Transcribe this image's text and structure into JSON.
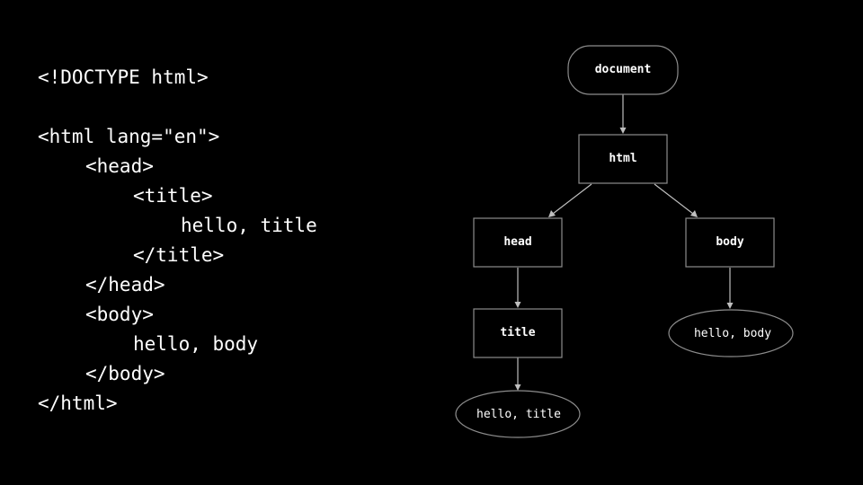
{
  "code": {
    "lines": [
      "<!DOCTYPE html>",
      "",
      "<html lang=\"en\">",
      "<head>",
      "<title>",
      "hello, title",
      "</title>",
      "</head>",
      "<body>",
      "hello, body",
      "</body>",
      "</html>"
    ]
  },
  "tree": {
    "nodes": {
      "document": "document",
      "html": "html",
      "head": "head",
      "body": "body",
      "title": "title",
      "title_text": "hello, title",
      "body_text": "hello, body"
    },
    "colors": {
      "background": "#000000",
      "text": "#ffffff",
      "node_border": "#8c8c8c",
      "edge": "#bfbfbf"
    }
  }
}
